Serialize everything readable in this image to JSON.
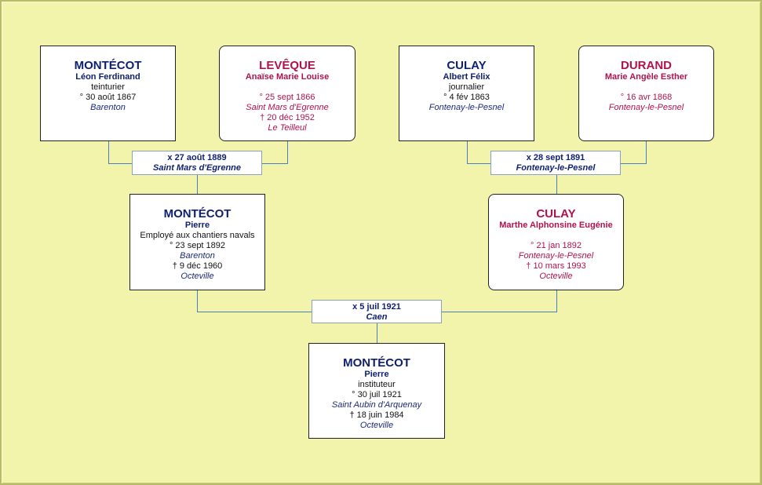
{
  "persons": {
    "p1": {
      "surname": "MONTÉCOT",
      "given": "Léon Ferdinand",
      "occupation": "teinturier",
      "birth": "° 30 août 1867",
      "birth_place": "Barenton"
    },
    "p2": {
      "surname": "LEVÊQUE",
      "given": "Anaïse Marie Louise",
      "birth": "° 25 sept 1866",
      "birth_place": "Saint Mars d'Egrenne",
      "death": "† 20 déc 1952",
      "death_place": "Le Teilleul"
    },
    "p3": {
      "surname": "CULAY",
      "given": "Albert Félix",
      "occupation": "journalier",
      "birth": "° 4 fév 1863",
      "birth_place": "Fontenay-le-Pesnel"
    },
    "p4": {
      "surname": "DURAND",
      "given": "Marie Angèle Esther",
      "birth": "° 16 avr 1868",
      "birth_place": "Fontenay-le-Pesnel"
    },
    "p5": {
      "surname": "MONTÉCOT",
      "given": "Pierre",
      "occupation": "Employé aux chantiers navals",
      "birth": "° 23 sept 1892",
      "birth_place": "Barenton",
      "death": "† 9 déc 1960",
      "death_place": "Octeville"
    },
    "p6": {
      "surname": "CULAY",
      "given": "Marthe Alphonsine Eugénie",
      "birth": "° 21 jan 1892",
      "birth_place": "Fontenay-le-Pesnel",
      "death": "† 10 mars 1993",
      "death_place": "Octeville"
    },
    "p7": {
      "surname": "MONTÉCOT",
      "given": "Pierre",
      "occupation": "instituteur",
      "birth": "° 30 juil 1921",
      "birth_place": "Saint Aubin d'Arquenay",
      "death": "† 18 juin 1984",
      "death_place": "Octeville"
    }
  },
  "marriages": {
    "m1": {
      "date": "x 27 août 1889",
      "place": "Saint Mars d'Egrenne"
    },
    "m2": {
      "date": "x 28 sept 1891",
      "place": "Fontenay-le-Pesnel"
    },
    "m3": {
      "date": "x 5 juil 1921",
      "place": "Caen"
    }
  },
  "colors": {
    "male": "#0d1f6e",
    "female": "#b0124e",
    "line": "#4a7fc0",
    "background": "#f3f5ad"
  }
}
